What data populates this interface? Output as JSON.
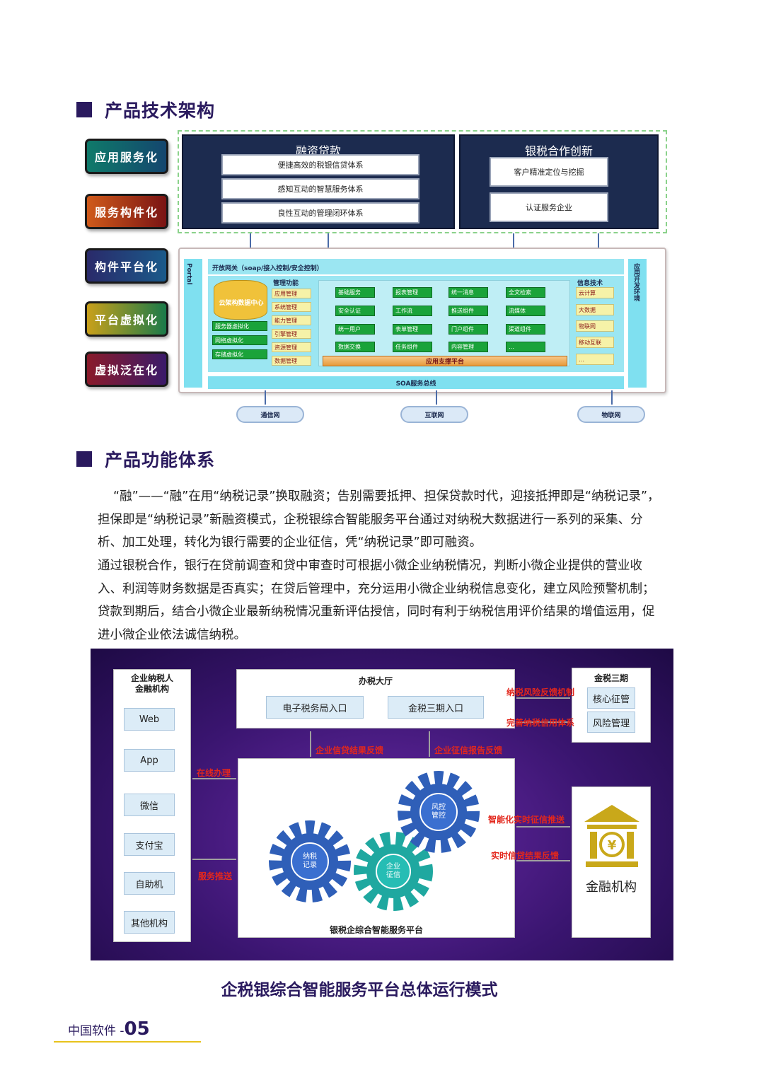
{
  "sections": {
    "arch_title": "产品技术架构",
    "func_title": "产品功能体系"
  },
  "arch": {
    "pills": [
      "应用服务化",
      "服务构件化",
      "构件平台化",
      "平台虚拟化",
      "虚拟泛在化"
    ],
    "finance": {
      "title": "融资贷款",
      "items": [
        "便捷高效的税银信贷体系",
        "感知互动的智慧服务体系",
        "良性互动的管理闭环体系"
      ]
    },
    "cooperation": {
      "title": "银税合作创新",
      "items": [
        "客户精准定位与挖掘",
        "认证服务企业"
      ]
    },
    "portal_label": "Portal",
    "gateway_label": "开放网关（soap/接入控制/安全控制）",
    "right_env_label": "应用开发环境",
    "cloud_center": "云架构数据中心",
    "virtualization": [
      "服务器虚拟化",
      "网络虚拟化",
      "存储虚拟化"
    ],
    "mgmt_title": "管理功能",
    "mgmt_items": [
      "应用管理",
      "系统管理",
      "能力管理",
      "引擎管理",
      "资源管理",
      "数据管理"
    ],
    "components": [
      "基础服务",
      "报表管理",
      "统一消息",
      "全文检索",
      "安全认证",
      "工作流",
      "推送组件",
      "流媒体",
      "统一用户",
      "表单管理",
      "门户组件",
      "渠道组件",
      "数据交换",
      "任务组件",
      "内容管理",
      "…"
    ],
    "app_platform": "应用支撑平台",
    "info_title": "信息技术",
    "info_items": [
      "云计算",
      "大数据",
      "物联网",
      "移动互联",
      "…"
    ],
    "soa_bus": "SOA服务总线",
    "networks": [
      "通信网",
      "互联网",
      "物联网"
    ]
  },
  "paragraphs": [
    "“融”——“融”在用“纳税记录”换取融资；告别需要抵押、担保贷款时代，迎接抵押即是“纳税记录”，担保即是“纳税记录”新融资模式，企税银综合智能服务平台通过对纳税大数据进行一系列的采集、分析、加工处理，转化为银行需要的企业征信，凭“纳税记录”即可融资。",
    "通过银税合作，银行在贷前调查和贷中审查时可根据小微企业纳税情况，判断小微企业提供的营业收入、利润等财务数据是否真实；在贷后管理中，充分运用小微企业纳税信息变化，建立风险预警机制；贷款到期后，结合小微企业最新纳税情况重新评估授信，同时有利于纳税信用评价结果的增值运用，促进小微企业依法诚信纳税。"
  ],
  "ops": {
    "left_title": "企业纳税人\n金融机构",
    "left_items": [
      "Web",
      "App",
      "微信",
      "支付宝",
      "自助机",
      "其他机构"
    ],
    "hall_title": "办税大厅",
    "hall_items": [
      "电子税务局入口",
      "金税三期入口"
    ],
    "jinshui_title": "金税三期",
    "jinshui_items": [
      "核心征管",
      "风险管理"
    ],
    "platform_title": "银税企综合智能服务平台",
    "gears": [
      "纳税\n记录",
      "企业\n征信",
      "风控\n管控"
    ],
    "bank_label": "金融机构",
    "arrows": {
      "online": "在线办理",
      "push": "服务推送",
      "feedback1": "企业信贷结果反馈",
      "feedback2": "企业征信报告反馈",
      "risk": "纳税风险反馈机制",
      "credit": "完善纳税信用体系",
      "smart": "智能化实时征信推送",
      "loan": "实时信贷结果反馈"
    },
    "caption": "企税银综合智能服务平台总体运行模式"
  },
  "footer": {
    "label": "中国软件 - ",
    "page": "05"
  },
  "colors": {
    "navy": "#1c2b4f",
    "purple_bg": "#3a1570",
    "accent_red": "#e3271c",
    "footer_yellow": "#e8c31c"
  }
}
